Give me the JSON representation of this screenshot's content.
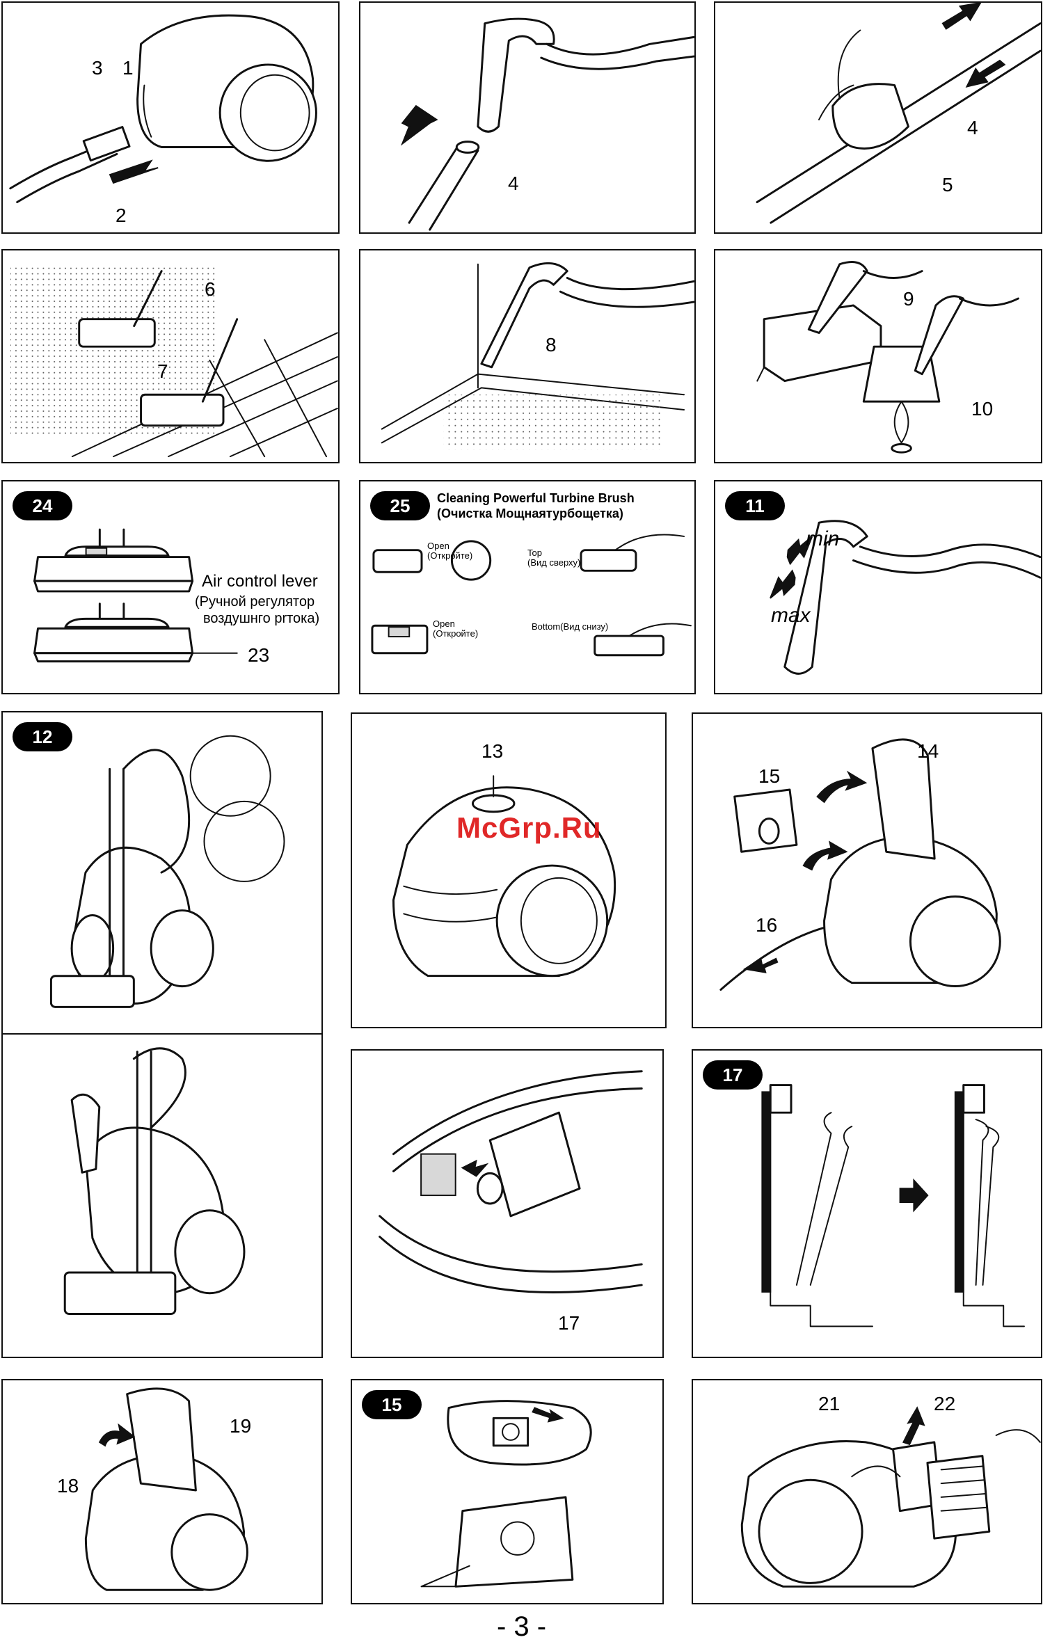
{
  "labels": {
    "p1": [
      "3",
      "1",
      "2"
    ],
    "p2": [
      "4"
    ],
    "p3": [
      "4",
      "5"
    ],
    "p4": [
      "6",
      "7"
    ],
    "p5": [
      "8"
    ],
    "p6": [
      "9",
      "10"
    ],
    "p13": [
      "13"
    ],
    "p14": [
      "14",
      "15",
      "16"
    ],
    "p17": [
      "17"
    ],
    "p18": [
      "19",
      "18"
    ],
    "p21": [
      "21",
      "22"
    ],
    "p24": [
      "23"
    ]
  },
  "badges": {
    "b24": "24",
    "b25": "25",
    "b11": "11",
    "b12": "12",
    "b17": "17",
    "b15": "15"
  },
  "panel24": {
    "air_control_en": "Air control lever",
    "air_control_ru_1": "(Ручной регулятор",
    "air_control_ru_2": "воздушнго prтока)"
  },
  "panel25": {
    "title_en": "Cleaning Powerful Turbine Brush",
    "title_ru": "(Очистка Мощнаятурбощетка)",
    "open1": "Open",
    "open1_ru": "(Откройте)",
    "top": "Top",
    "top_ru": "(Вид сверху)",
    "open2": "Open",
    "open2_ru": "(Откройте)",
    "bottom": "Bottom(Вид снизу)"
  },
  "panel11": {
    "min": "min",
    "max": "max"
  },
  "watermark": "McGrp.Ru",
  "page_number": "- 3 -"
}
